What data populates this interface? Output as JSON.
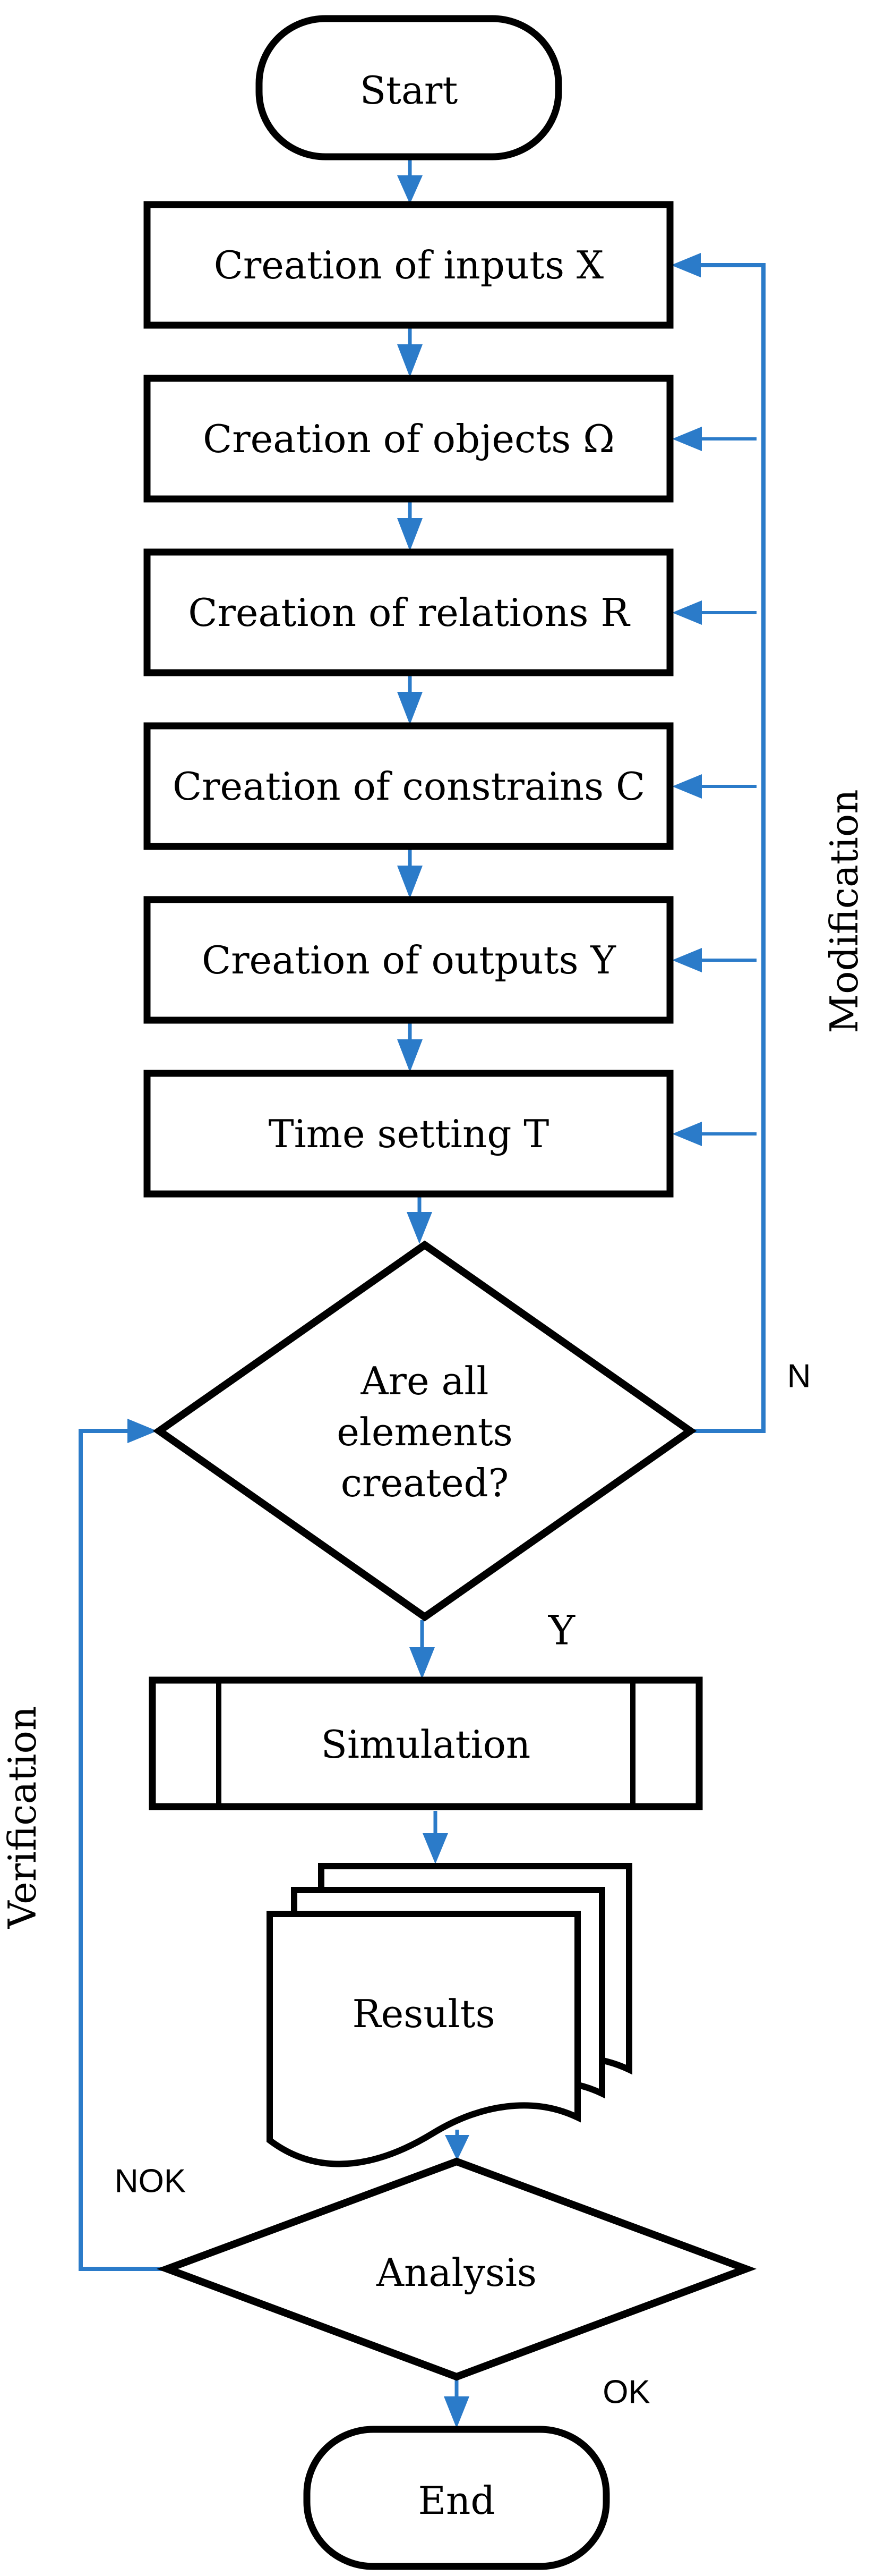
{
  "colors": {
    "arrow_blue": "#2b7bc9",
    "shape_outline": "#000000",
    "background": "#ffffff"
  },
  "flowchart": {
    "start": {
      "label": "Start",
      "type": "terminator"
    },
    "steps": [
      {
        "label": "Creation of inputs X"
      },
      {
        "label": "Creation of objects Ω"
      },
      {
        "label": "Creation of relations R"
      },
      {
        "label": "Creation of constrains C"
      },
      {
        "label": "Creation of outputs Y"
      },
      {
        "label": "Time setting T"
      }
    ],
    "decision_created": {
      "lines": [
        "Are all",
        "elements",
        "created?"
      ],
      "type": "decision"
    },
    "subprocess": {
      "label": "Simulation",
      "type": "predefined-process"
    },
    "results": {
      "label": "Results",
      "type": "multi-document"
    },
    "decision_analysis": {
      "label": "Analysis",
      "type": "decision"
    },
    "end": {
      "label": "End",
      "type": "terminator"
    },
    "branch_labels": {
      "no": "N",
      "yes": "Y",
      "nok": "NOK",
      "ok": "OK"
    },
    "loop_labels": {
      "right": "Modification",
      "left": "Verification"
    }
  }
}
